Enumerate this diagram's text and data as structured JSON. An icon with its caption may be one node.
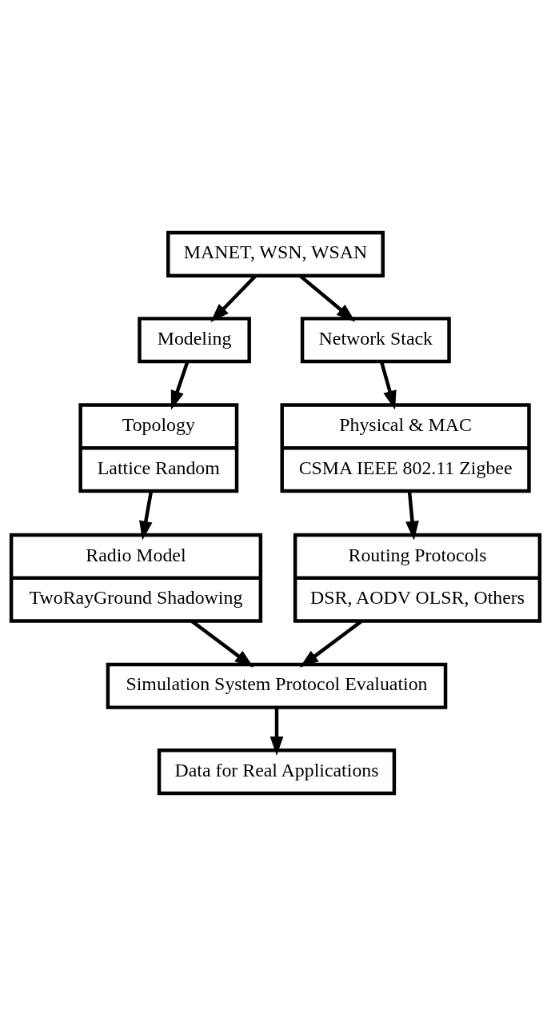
{
  "diagram": {
    "nodes": [
      {
        "text": [
          "MANET, WSN, WSAN"
        ]
      },
      {
        "text": [
          "Modeling"
        ]
      },
      {
        "text": [
          "Network Stack"
        ]
      },
      {
        "text": [
          "Topology",
          "Lattice Random"
        ]
      },
      {
        "text": [
          "Physical & MAC",
          "CSMA IEEE 802.11 Zigbee"
        ]
      },
      {
        "text": [
          "Radio Model",
          "TwoRayGround Shadowing"
        ]
      },
      {
        "text": [
          "Routing Protocols",
          "DSR, AODV OLSR, Others"
        ]
      },
      {
        "text": [
          "Simulation System Protocol Evaluation"
        ]
      },
      {
        "text": [
          "Data for Real Applications"
        ]
      }
    ],
    "edges": [
      {
        "from": 0,
        "to": 1,
        "arrow": "to"
      },
      {
        "from": 0,
        "to": 2,
        "arrow": "to"
      },
      {
        "from": 1,
        "to": 3,
        "arrow": "to"
      },
      {
        "from": 2,
        "to": 4,
        "arrow": "to"
      },
      {
        "from": 3,
        "to": 5,
        "arrow": "to"
      },
      {
        "from": 4,
        "to": 6,
        "arrow": "to"
      },
      {
        "from": 5,
        "to": 7,
        "arrow": "to"
      },
      {
        "from": 6,
        "to": 7,
        "arrow": "to"
      },
      {
        "from": 7,
        "to": 8,
        "arrow": "to"
      }
    ]
  }
}
